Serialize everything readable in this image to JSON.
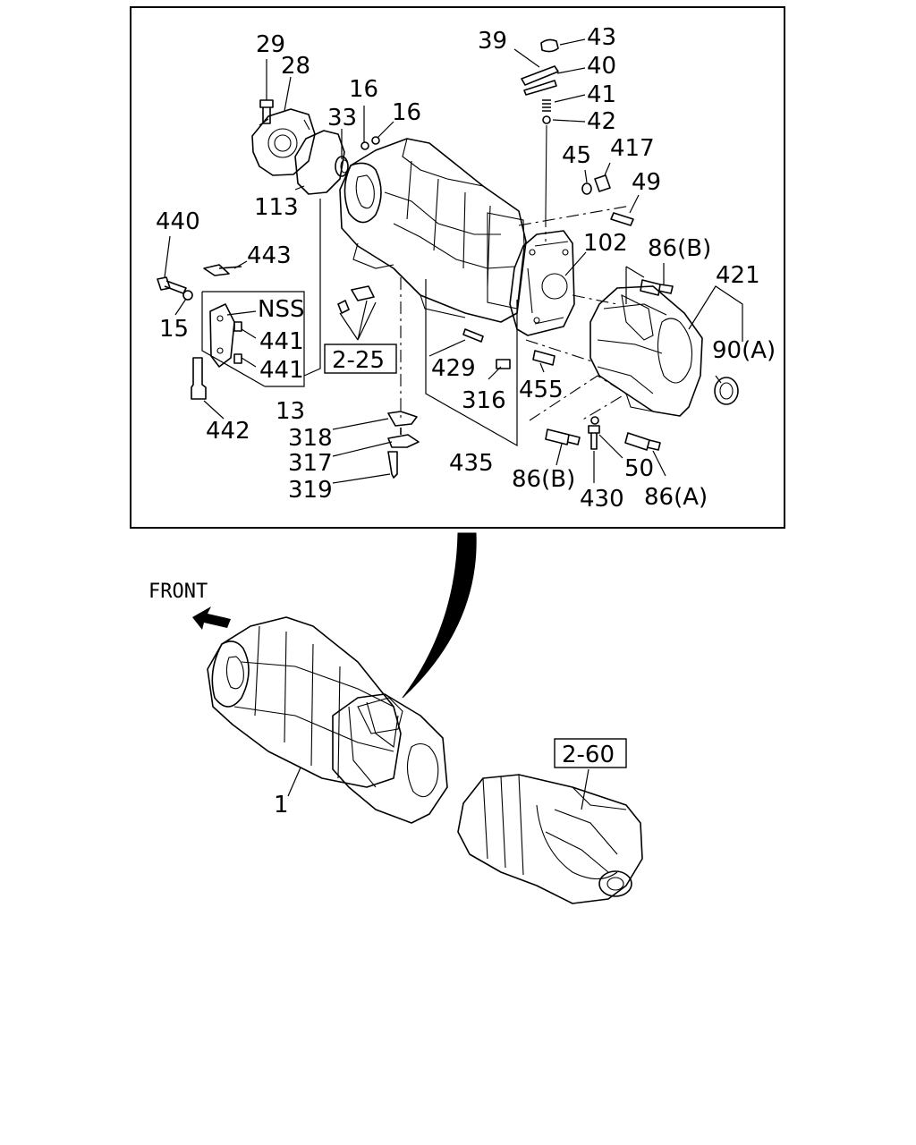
{
  "callouts": {
    "c29": "29",
    "c28": "28",
    "c33": "33",
    "c16a": "16",
    "c16b": "16",
    "c113": "113",
    "c39": "39",
    "c43": "43",
    "c40": "40",
    "c41": "41",
    "c42": "42",
    "c45": "45",
    "c417": "417",
    "c49": "49",
    "c440": "440",
    "c443": "443",
    "c15": "15",
    "cNSS": "NSS",
    "c441a": "441",
    "c441b": "441",
    "c13": "13",
    "c442": "442",
    "c102": "102",
    "c86B_top": "86(B)",
    "c421": "421",
    "c90A": "90(A)",
    "c429": "429",
    "c316": "316",
    "c455": "455",
    "c318": "318",
    "c317": "317",
    "c319": "319",
    "c435": "435",
    "c86B_bot": "86(B)",
    "c430": "430",
    "c50": "50",
    "c86A": "86(A)",
    "c1": "1"
  },
  "references": {
    "ref_2_25": "2-25",
    "ref_2_60": "2-60"
  },
  "front_label": "FRONT",
  "icons": {
    "front_arrow": "front-arrow-icon"
  }
}
